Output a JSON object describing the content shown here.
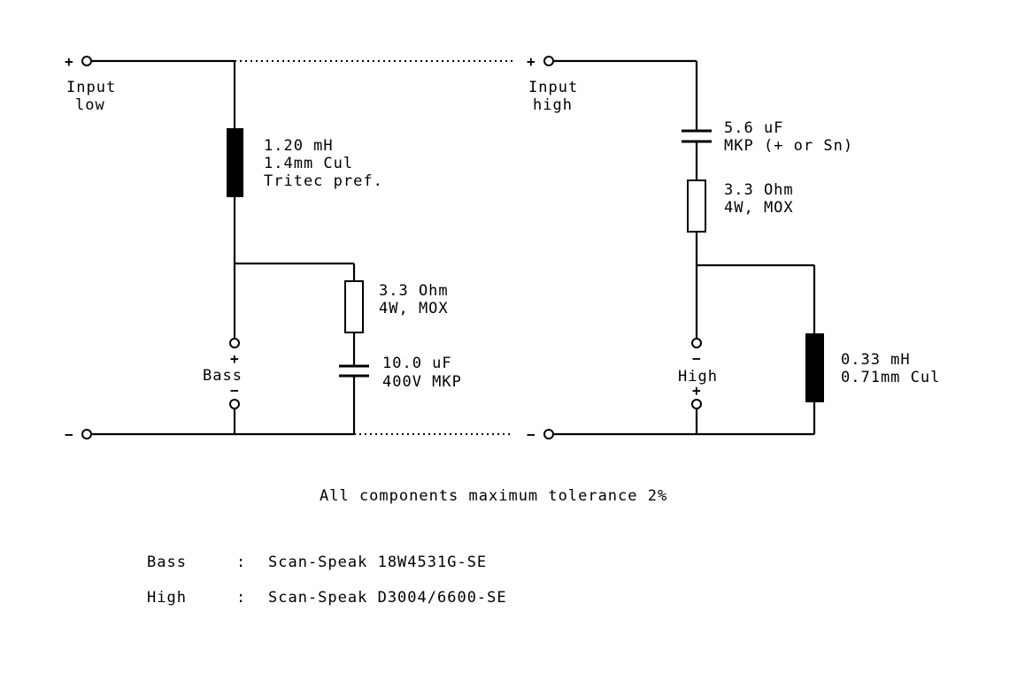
{
  "inputs": {
    "low": {
      "label_line1": "Input",
      "label_line2": "low",
      "plus": "+",
      "minus": "−"
    },
    "high": {
      "label_line1": "Input",
      "label_line2": "high",
      "plus": "+",
      "minus": "−"
    }
  },
  "low_pass": {
    "inductor": {
      "line1": "1.20 mH",
      "line2": "1.4mm Cul",
      "line3": "Tritec pref."
    },
    "resistor": {
      "line1": "3.3 Ohm",
      "line2": "4W, MOX"
    },
    "capacitor": {
      "line1": "10.0 uF",
      "line2": "400V MKP"
    },
    "driver": {
      "label": "Bass",
      "top_sign": "+",
      "bottom_sign": "−"
    }
  },
  "high_pass": {
    "capacitor": {
      "line1": "5.6 uF",
      "line2": "MKP (+ or Sn)"
    },
    "resistor": {
      "line1": "3.3 Ohm",
      "line2": "4W, MOX"
    },
    "inductor": {
      "line1": "0.33 mH",
      "line2": "0.71mm Cul"
    },
    "driver": {
      "label": "High",
      "top_sign": "−",
      "bottom_sign": "+"
    }
  },
  "notes": {
    "tolerance": "All components maximum tolerance 2%",
    "drivers": [
      {
        "name": "Bass",
        "sep": ":",
        "model": "Scan-Speak 18W4531G-SE"
      },
      {
        "name": "High",
        "sep": ":",
        "model": "Scan-Speak D3004/6600-SE"
      }
    ]
  }
}
